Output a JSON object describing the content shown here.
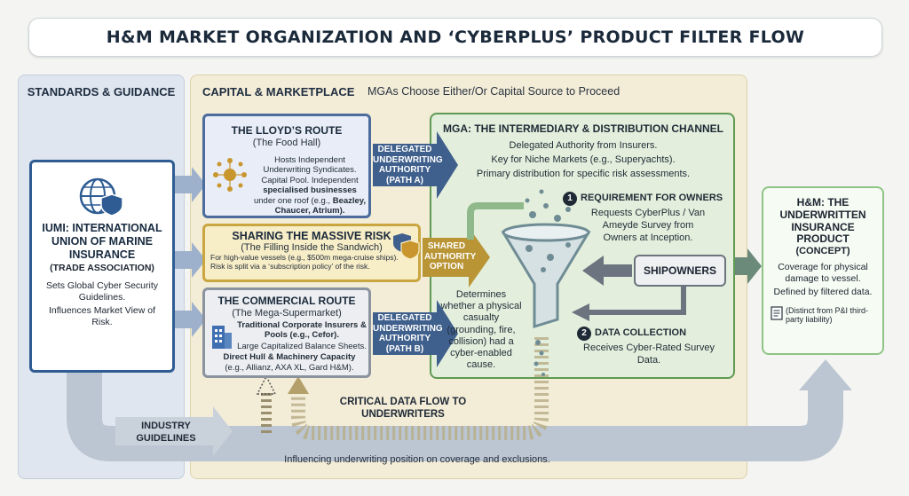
{
  "title": "H&M MARKET ORGANIZATION AND ‘CYBERPLUS’ PRODUCT FILTER FLOW",
  "standards": {
    "header": "STANDARDS & GUIDANCE",
    "iumi_title": "IUMI: INTERNATIONAL UNION OF MARINE INSURANCE",
    "iumi_sub": "(TRADE ASSOCIATION)",
    "iumi_desc1": "Sets Global Cyber Security Guidelines.",
    "iumi_desc2": "Influences Market View of Risk.",
    "industry_guidelines": "INDUSTRY GUIDELINES"
  },
  "capital": {
    "header": "CAPITAL & MARKETPLACE",
    "note": "MGAs Choose Either/Or Capital Source to Proceed",
    "lloyds_title": "THE LLOYD’S ROUTE",
    "lloyds_sub": "(The Food Hall)",
    "lloyds_desc_a": "Hosts Independent Underwriting Syndicates. Capital Pool. Independent",
    "lloyds_desc_b": "specialised businesses",
    "lloyds_desc_c": "under one roof (e.g.,",
    "lloyds_desc_d": "Beazley, Chaucer, Atrium).",
    "sharing_title": "SHARING THE MASSIVE RISK",
    "sharing_sub": "(The Filling Inside the Sandwich)",
    "sharing_desc1": "For high-value vessels (e.g., $500m mega-cruise ships).",
    "sharing_desc2": "Risk is split via a ‘subscription policy’ of the risk.",
    "commercial_title": "THE COMMERCIAL ROUTE",
    "commercial_sub": "(The Mega-Supermarket)",
    "commercial_desc1": "Traditional Corporate Insurers & Pools (e.g., Cefor).",
    "commercial_desc2": "Large Capitalized Balance Sheets.",
    "commercial_desc3": "Direct Hull & Machinery Capacity",
    "commercial_desc4": "(e.g., Allianz, AXA XL, Gard H&M).",
    "arrow_a": "DELEGATED UNDERWRITING AUTHORITY (PATH A)",
    "arrow_shared": "SHARED AUTHORITY OPTION",
    "arrow_b": "DELEGATED UNDERWRITING AUTHORITY (PATH B)",
    "critical_flow": "CRITICAL DATA FLOW TO UNDERWRITERS",
    "influencing": "Influencing underwriting position on coverage and exclusions."
  },
  "mga": {
    "title": "MGA: THE INTERMEDIARY & DISTRIBUTION CHANNEL",
    "desc1": "Delegated Authority from Insurers.",
    "desc2": "Key for Niche Markets (e.g., Superyachts).",
    "desc3": "Primary distribution for specific risk assessments.",
    "req_num": "1",
    "req_title": "REQUIREMENT FOR OWNERS",
    "req_desc": "Requests CyberPlus / Van Ameyde Survey from Owners at Inception.",
    "determines": "Determines whether a physical casualty (grounding, fire, collision) had a cyber-enabled cause.",
    "shipowners": "SHIPOWNERS",
    "data_num": "2",
    "data_title": "DATA COLLECTION",
    "data_desc": "Receives Cyber-Rated Survey Data."
  },
  "hm": {
    "title": "H&M: THE UNDERWRITTEN INSURANCE PRODUCT",
    "sub": "(CONCEPT)",
    "desc1": "Coverage for physical damage to vessel.",
    "desc2": "Defined by filtered data.",
    "note": "(Distinct from P&I third-party liability)"
  },
  "colors": {
    "arrow_blue": "#3f5f8c",
    "arrow_gold": "#b99536",
    "arrow_grey_light": "#b9c2ce",
    "mga_green": "#5e9a52",
    "funnel": "#6f8c95"
  }
}
